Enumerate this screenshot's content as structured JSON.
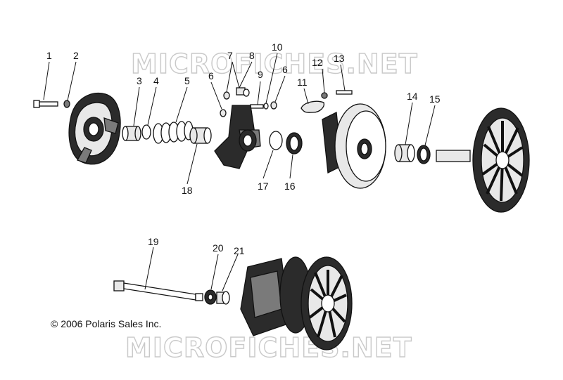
{
  "watermark_top": "MICROFICHES.NET",
  "watermark_bottom": "MICROFICHES.NET",
  "copyright": "© 2006 Polaris Sales Inc.",
  "callouts": [
    "1",
    "2",
    "3",
    "4",
    "5",
    "6",
    "7",
    "8",
    "9",
    "10",
    "6",
    "11",
    "12",
    "13",
    "14",
    "15",
    "16",
    "17",
    "18",
    "19",
    "20",
    "21"
  ]
}
